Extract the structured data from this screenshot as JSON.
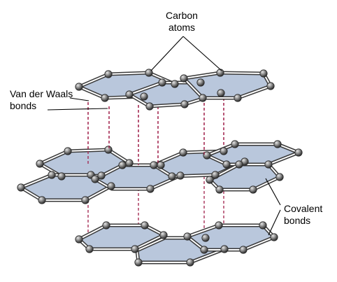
{
  "labels": {
    "carbon_atoms": [
      "Carbon",
      "atoms"
    ],
    "van_der_waals": [
      "Van der Waals",
      "bonds"
    ],
    "covalent": [
      "Covalent",
      "bonds"
    ]
  },
  "colors": {
    "hexagon_fill": "#b9c7dc",
    "bond_stroke": "#3a3a3a",
    "bond_highlight": "#ffffff",
    "van_der_waals_line": "#a0204a",
    "atom_dark": "#2a2a2a",
    "atom_light": "#d8d8d8",
    "label_line": "#000000"
  }
}
